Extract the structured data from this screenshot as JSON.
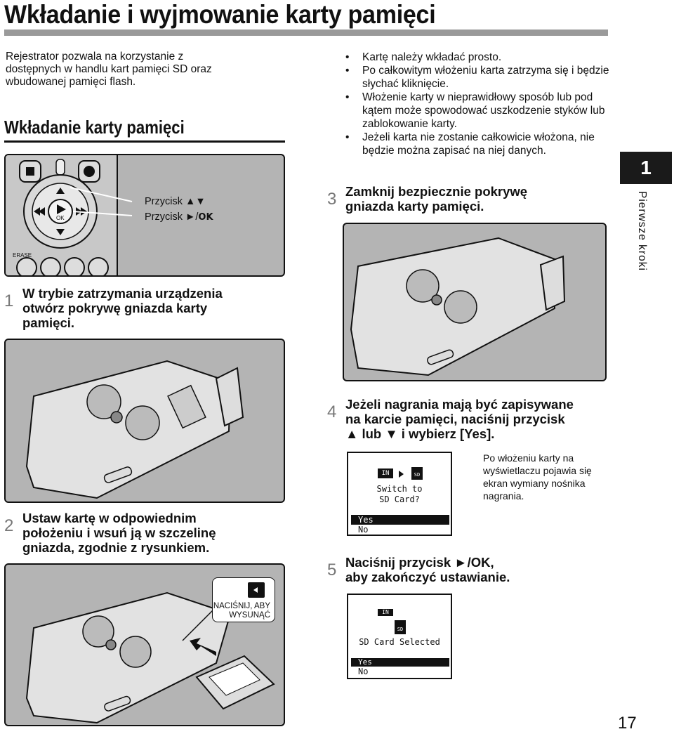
{
  "title": "Wkładanie i wyjmowanie karty pamięci",
  "intro": "Rejestrator pozwala na korzystanie z dostępnych w handlu kart pamięci SD oraz wbudowanej pamięci flash.",
  "section_title": "Wkładanie karty pamięci",
  "illustration1": {
    "erase_label": "ERASE",
    "ok_label": "OK",
    "callout_line1": "Przycisk ▲▼",
    "callout_line2_prefix": "Przycisk ►/",
    "callout_line2_ok": "OK"
  },
  "steps": [
    {
      "num": "1",
      "lines": [
        "W trybie zatrzymania urządzenia",
        "otwórz pokrywę gniazda karty",
        "pamięci."
      ]
    },
    {
      "num": "2",
      "lines": [
        "Ustaw kartę w odpowiednim",
        "położeniu i wsuń ją w szczelinę",
        "gniazda, zgodnie z rysunkiem."
      ]
    },
    {
      "num": "3",
      "lines": [
        "Zamknij bezpiecznie pokrywę",
        "gniazda karty pamięci."
      ]
    },
    {
      "num": "4",
      "lines": [
        "Jeżeli nagrania mają być zapisywane",
        "na karcie pamięci, naciśnij przycisk",
        "▲ lub ▼ i wybierz [Yes]."
      ]
    },
    {
      "num": "5",
      "lines": [
        "Naciśnij przycisk ►/OK,",
        "aby zakończyć ustawianie."
      ]
    }
  ],
  "push_label_line1": "NACIŚNIJ, ABY",
  "push_label_line2": "WYSUNĄĆ",
  "bullets": [
    "Kartę należy wkładać prosto.",
    "Po całkowitym włożeniu karta zatrzyma się i będzie słychać kliknięcie.",
    "Włożenie karty w nieprawidłowy sposób lub pod kątem może spowodować uszkodzenie styków lub zablokowanie karty.",
    "Jeżeli karta nie zostanie całkowicie włożona, nie będzie można zapisać na niej danych."
  ],
  "chapter_number": "1",
  "chapter_label": "Pierwsze kroki",
  "screen1": {
    "in_label": "IN",
    "sd_label": "SD",
    "line1": "Switch to",
    "line2": "SD Card?",
    "option_selected": "Yes",
    "option_other": "No"
  },
  "screen1_note": "Po włożeniu karty na wyświetlaczu pojawia się ekran wymiany nośnika nagrania.",
  "screen2": {
    "in_label": "IN",
    "sd_label": "SD",
    "message": "SD Card Selected",
    "option_selected": "Yes",
    "option_other": "No"
  },
  "page_number": "17"
}
